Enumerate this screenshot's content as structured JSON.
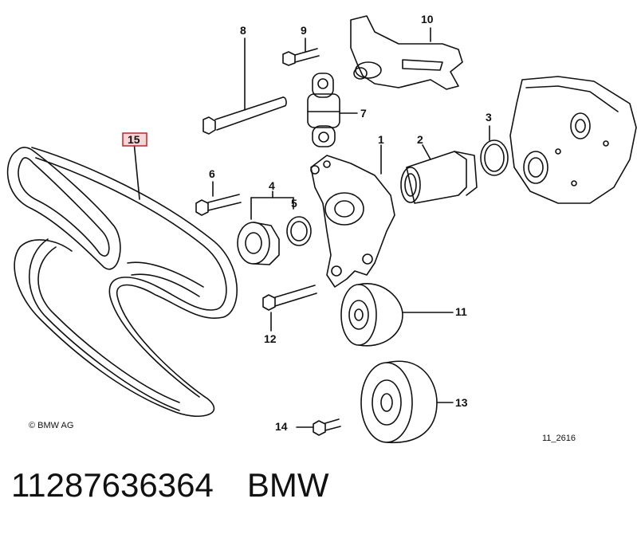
{
  "callouts": {
    "c1": "1",
    "c2": "2",
    "c3": "3",
    "c4": "4",
    "c5": "5",
    "c6": "6",
    "c7": "7",
    "c8": "8",
    "c9": "9",
    "c10": "10",
    "c11": "11",
    "c12": "12",
    "c13": "13",
    "c14": "14",
    "c15": "15"
  },
  "copyright": "© BMW AG",
  "drawing_id": "11_2616",
  "part_number": "11287636364",
  "brand": "BMW",
  "colors": {
    "highlight_box": "#cc2222",
    "highlight_fill": "#f6d6d6",
    "line": "#111111"
  }
}
